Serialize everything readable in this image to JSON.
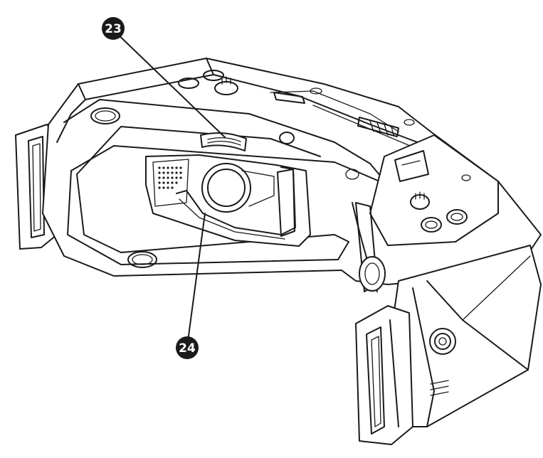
{
  "callouts": [
    {
      "id": "23",
      "label": "23"
    },
    {
      "id": "24",
      "label": "24"
    }
  ],
  "colors": {
    "line": "#1a1a1a",
    "background": "#ffffff",
    "badge": "#1a1a1a"
  }
}
